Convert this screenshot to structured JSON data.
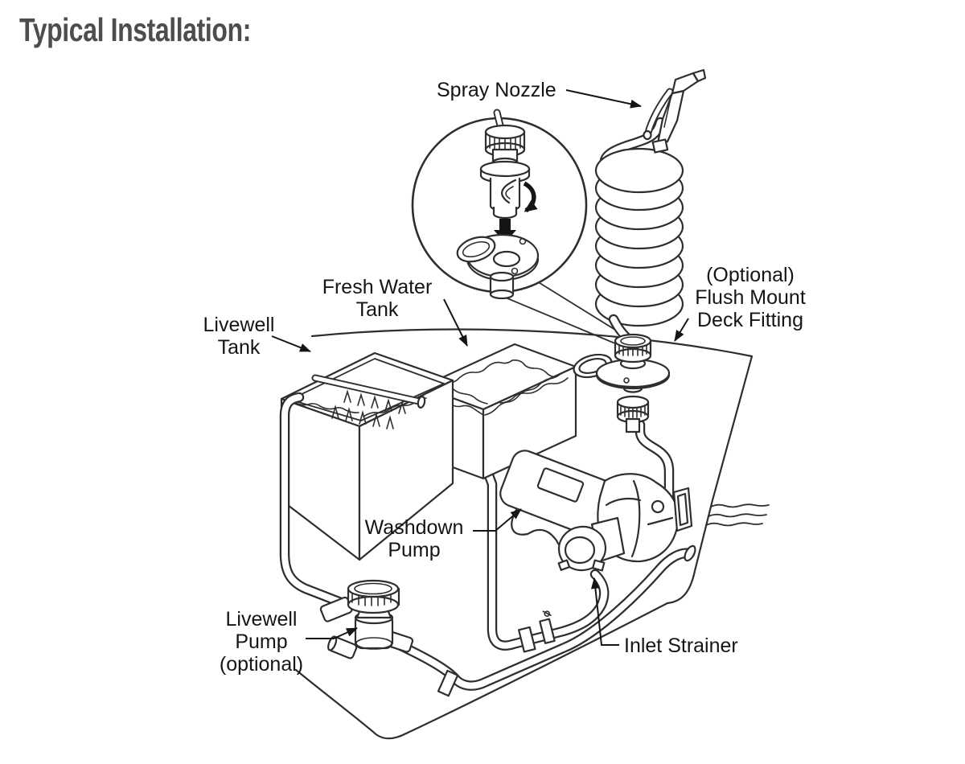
{
  "title": "Typical Installation:",
  "colors": {
    "line": "#2e2e2e",
    "label": "#151515",
    "title_color": "#4d4d4d",
    "background": "#ffffff"
  },
  "labels": {
    "spray_nozzle": {
      "lines": [
        "Spray Nozzle"
      ]
    },
    "fresh_water_tank": {
      "lines": [
        "Fresh Water",
        "Tank"
      ]
    },
    "livewell_tank": {
      "lines": [
        "Livewell",
        "Tank"
      ]
    },
    "flush_mount_deck_fitting": {
      "lines": [
        "(Optional)",
        "Flush Mount",
        "Deck Fitting"
      ]
    },
    "washdown_pump": {
      "lines": [
        "Washdown",
        "Pump"
      ]
    },
    "inlet_strainer": {
      "lines": [
        "Inlet Strainer"
      ]
    },
    "livewell_pump": {
      "lines": [
        "Livewell",
        "Pump",
        "(optional)"
      ]
    }
  },
  "figure_parts": [
    "spray-nozzle",
    "coiled-hose",
    "deck-fitting-detail-inset",
    "flush-mount-deck-fitting",
    "fresh-water-tank",
    "livewell-tank",
    "washdown-pump",
    "inlet-strainer",
    "livewell-pump",
    "boat-hull",
    "waterline"
  ]
}
